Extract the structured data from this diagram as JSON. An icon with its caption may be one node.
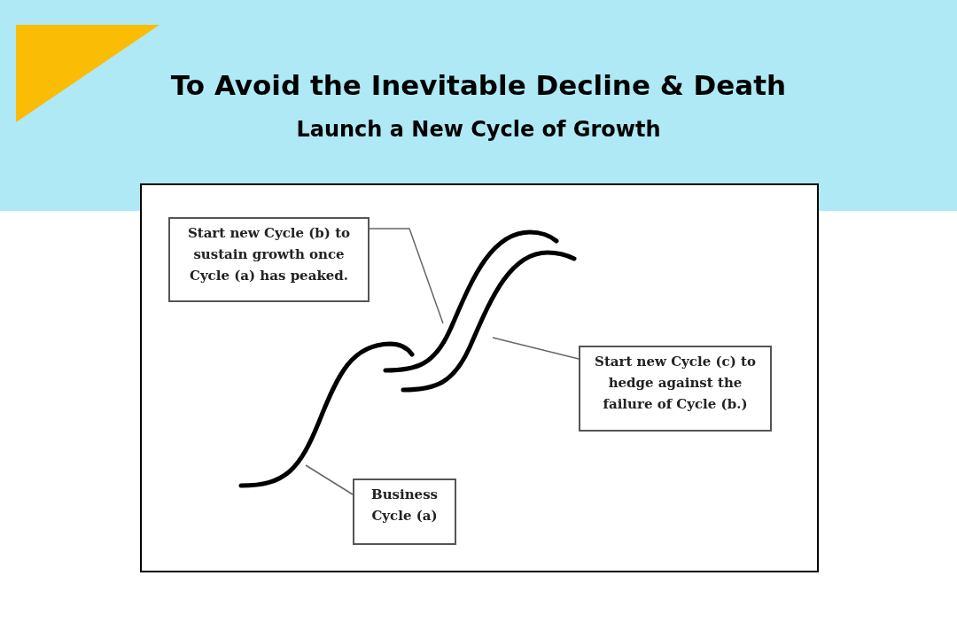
{
  "diagram": {
    "title": "To Avoid the Inevitable Decline & Death",
    "nodes": [
      {
        "text": [
          "Start new Cycle (b) to sustain growth once Cycle (a) has peaked."
        ]
      },
      {
        "text": [],
        "shape": "curve"
      },
      {
        "text": [
          "Start new Cycle (c) to hedge against the failure of Cycle (b.)"
        ]
      },
      {
        "text": [],
        "shape": "curve"
      },
      {
        "text": [],
        "shape": "curve"
      },
      {
        "text": [
          "Business Cycle (a)"
        ]
      }
    ],
    "edges": [
      {
        "from": 0,
        "to": 1,
        "arrow": "none"
      },
      {
        "from": 2,
        "to": 3,
        "arrow": "none"
      },
      {
        "from": 5,
        "to": 4,
        "arrow": "none"
      }
    ],
    "labels": [
      "Launch a New Cycle of Growth"
    ]
  }
}
